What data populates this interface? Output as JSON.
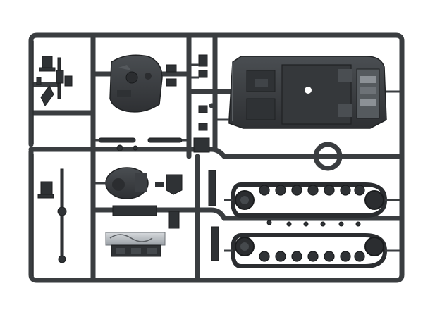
{
  "photo": {
    "subject": "plastic-model-kit-sprue",
    "colors": {
      "background": "#ffffff",
      "plastic": "#3a3d40",
      "plastic_dark": "#26282a",
      "plastic_light": "#5a5e62",
      "highlight": "#9aa0a6",
      "photoetch": "#c9ccd0"
    },
    "parts": [
      {
        "name": "turret-part"
      },
      {
        "name": "hull-deck-part"
      },
      {
        "name": "upper-track-run-part"
      },
      {
        "name": "lower-track-run-part"
      },
      {
        "name": "road-wheel-part"
      },
      {
        "name": "mantlet-part"
      },
      {
        "name": "engine-deck-part"
      },
      {
        "name": "gun-barrel-part"
      },
      {
        "name": "tow-cable-part"
      },
      {
        "name": "small-fittings-part"
      }
    ]
  }
}
